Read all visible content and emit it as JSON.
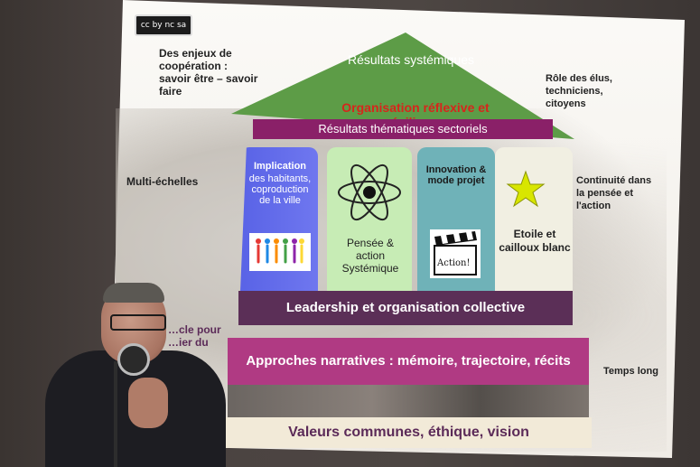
{
  "license_badge": "cc by nc sa",
  "left_notes": {
    "top": "Des enjeux de coopération : savoir être – savoir faire",
    "middle": "Multi-échelles",
    "lower": "…cle pour …ier du"
  },
  "right_notes": {
    "top": "Rôle des élus, techniciens, citoyens",
    "middle": "Continuité dans la pensée et l'action",
    "bottom": "Temps long"
  },
  "roof": {
    "title": "Résultats systémiques",
    "subtitle": "Organisation réflexive et résilience"
  },
  "sector_band": "Résultats thématiques sectoriels",
  "pillars": [
    {
      "label_bold": "Implication",
      "label_rest": "des habitants, coproduction de la ville",
      "icon": "people-icon"
    },
    {
      "label": "Pensée & action Systémique",
      "icon": "atom-icon"
    },
    {
      "label": "Innovation & mode projet",
      "icon": "clapperboard-icon",
      "clapper_text": "Action!"
    },
    {
      "label": "Etoile et cailloux blanc",
      "icon": "star-icon"
    }
  ],
  "leadership_band": "Leadership et organisation collective",
  "narratives_band": "Approches narratives : mémoire, trajectoire, récits",
  "values_band": "Valeurs communes, éthique, vision",
  "colors": {
    "roof": "#5d9c47",
    "sector_band": "#8a2068",
    "pillar1": "#5963e6",
    "pillar2": "#c7ecb5",
    "pillar3": "#6fb2b8",
    "pillar4": "#f1efe2",
    "leadership": "#5b2f57",
    "narratives": "#b03a83",
    "values_text": "#5b2a58",
    "star": "#d8e600"
  }
}
